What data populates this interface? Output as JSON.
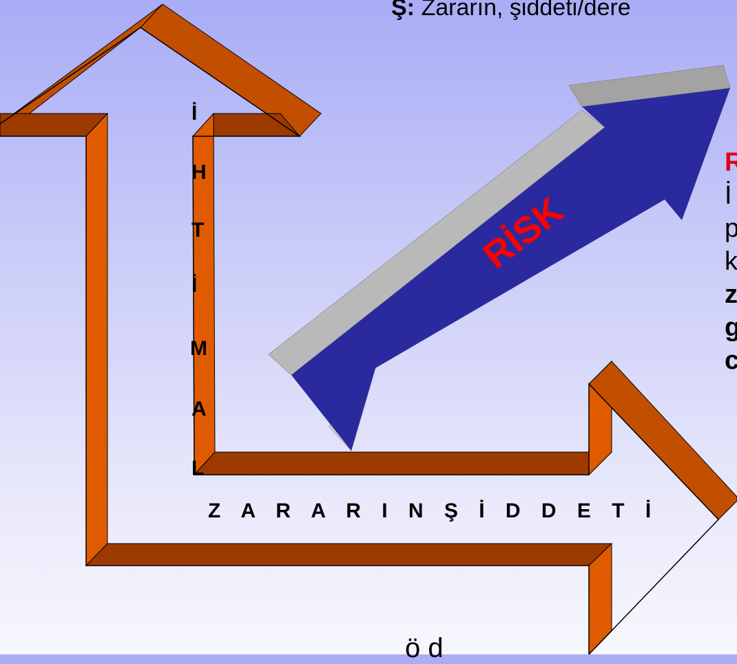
{
  "caption": {
    "prefix": "Ş:",
    "text": "Zararın, şiddeti/dere"
  },
  "vertical_axis": {
    "letters": [
      "İ",
      "H",
      "T",
      "İ",
      "M",
      "A",
      "L"
    ]
  },
  "horizontal_axis": {
    "label": "Z A R A R I N  Ş İ D D E T İ"
  },
  "risk_arrow": {
    "label": "RİSK",
    "label_color": "#ff0000",
    "fill_color": "#2a2a9e"
  },
  "frame_arrows": {
    "face_color": "#e05a00",
    "dark_color": "#9c3a00"
  },
  "side_text": {
    "lines": [
      "R",
      "İ",
      "p",
      "k",
      "z",
      "g",
      "c"
    ]
  },
  "bottom_text": "ö              d"
}
